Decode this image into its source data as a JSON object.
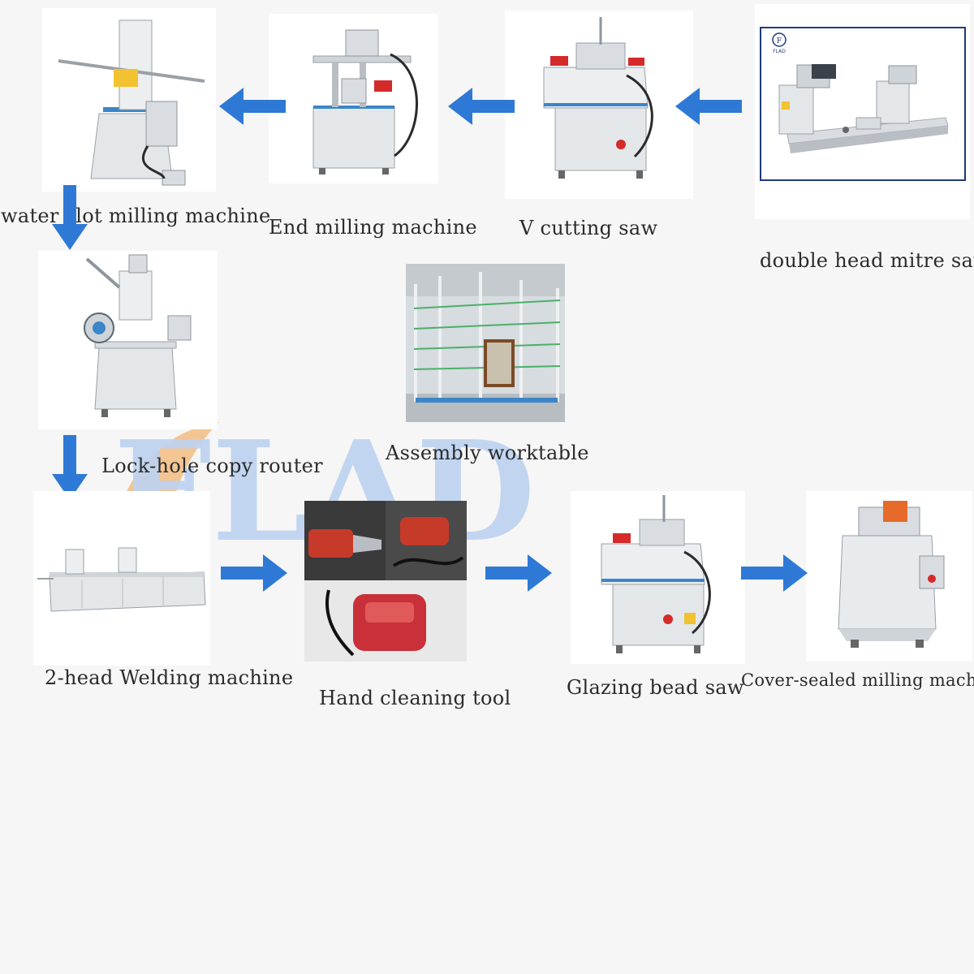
{
  "watermark": {
    "text": "FLAD"
  },
  "machines": {
    "double_head_mitre_saw": {
      "label": "double head mitre saw",
      "brand": "FLAD"
    },
    "v_cutting_saw": {
      "label": "V cutting saw"
    },
    "end_milling_machine": {
      "label": "End milling machine"
    },
    "water_slot_milling_machine": {
      "label": "water slot milling machine"
    },
    "lock_hole_copy_router": {
      "label": "Lock-hole copy router"
    },
    "assembly_worktable": {
      "label": "Assembly worktable"
    },
    "welding_machine": {
      "label": "2-head Welding machine"
    },
    "hand_cleaning_tool": {
      "label": "Hand cleaning tool"
    },
    "glazing_bead_saw": {
      "label": "Glazing bead saw"
    },
    "cover_sealed_milling_machine": {
      "label": "Cover-sealed milling machine"
    }
  },
  "colors": {
    "arrow": "#2f79d6",
    "machine_body": "#e4e7ea",
    "accent_red": "#d42a2a",
    "accent_blue": "#3a86c8",
    "watermark_blue": "#a9c6ee",
    "watermark_orange": "#f2a95c"
  }
}
